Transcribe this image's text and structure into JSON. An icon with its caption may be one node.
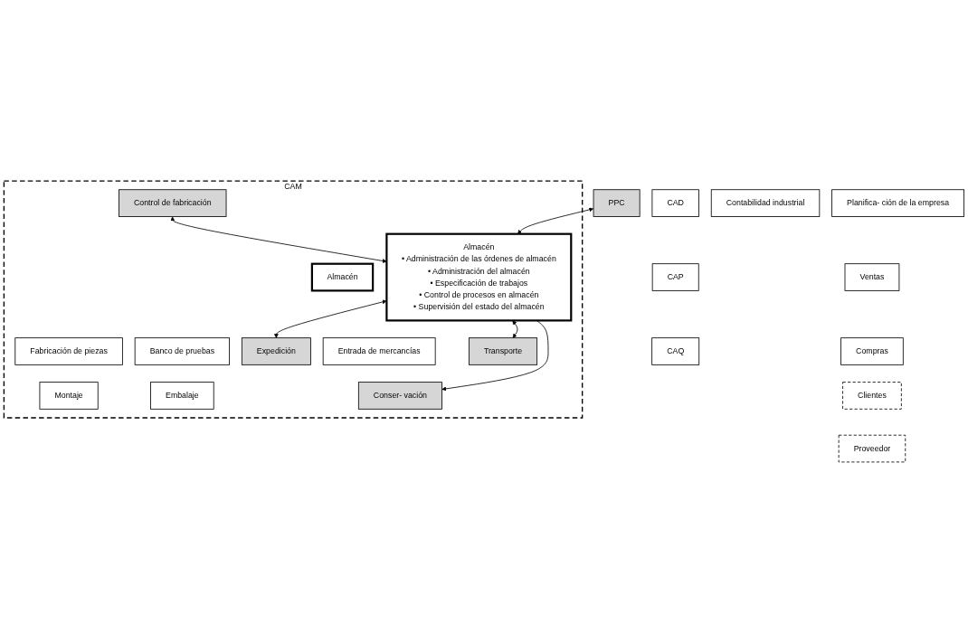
{
  "diagram": {
    "nodes": [
      {
        "text": [
          "Planifica- ción de la empresa"
        ]
      },
      {
        "text": [
          "Contabilidad industrial"
        ]
      },
      {
        "text": [
          "PPC"
        ]
      },
      {
        "text": [
          "CAD"
        ]
      },
      {
        "text": [
          "CAP"
        ]
      },
      {
        "text": [
          "CAM"
        ]
      },
      {
        "text": [
          "Control de fabricación"
        ],
        "in": 5
      },
      {
        "text": [
          "Almacén",
          "• Administración de las órdenes de almacén",
          "• Administración del almacén",
          "• Especificación de trabajos",
          "• Control de procesos en almacén",
          "• Supervisión del estado del almacén"
        ],
        "in": 5
      },
      {
        "text": [
          "Ventas"
        ]
      },
      {
        "text": [
          "Compras"
        ]
      },
      {
        "text": [
          "CAQ"
        ]
      },
      {
        "text": [
          "Clientes"
        ]
      },
      {
        "text": [
          "Proveedor"
        ]
      },
      {
        "text": [
          "Almacén"
        ],
        "in": 5
      },
      {
        "text": [
          "Fabricación de piezas"
        ],
        "in": 5
      },
      {
        "text": [
          "Banco de pruebas"
        ],
        "in": 5
      },
      {
        "text": [
          "Expedición"
        ],
        "in": 5
      },
      {
        "text": [
          "Entrada de mercancías"
        ],
        "in": 5
      },
      {
        "text": [
          "Transporte"
        ],
        "in": 5
      },
      {
        "text": [
          "Montaje"
        ],
        "in": 5
      },
      {
        "text": [
          "Embalaje"
        ],
        "in": 5
      },
      {
        "text": [
          "Conser- vación"
        ],
        "in": 5
      }
    ],
    "edges": [
      {
        "from": 2,
        "to": 7,
        "arrow": "both"
      },
      {
        "from": 6,
        "to": 7,
        "arrow": "both"
      },
      {
        "from": 7,
        "to": 18,
        "arrow": "both"
      },
      {
        "from": 7,
        "to": 16,
        "arrow": "both"
      },
      {
        "from": 7,
        "to": 21,
        "arrow": "to"
      }
    ]
  }
}
